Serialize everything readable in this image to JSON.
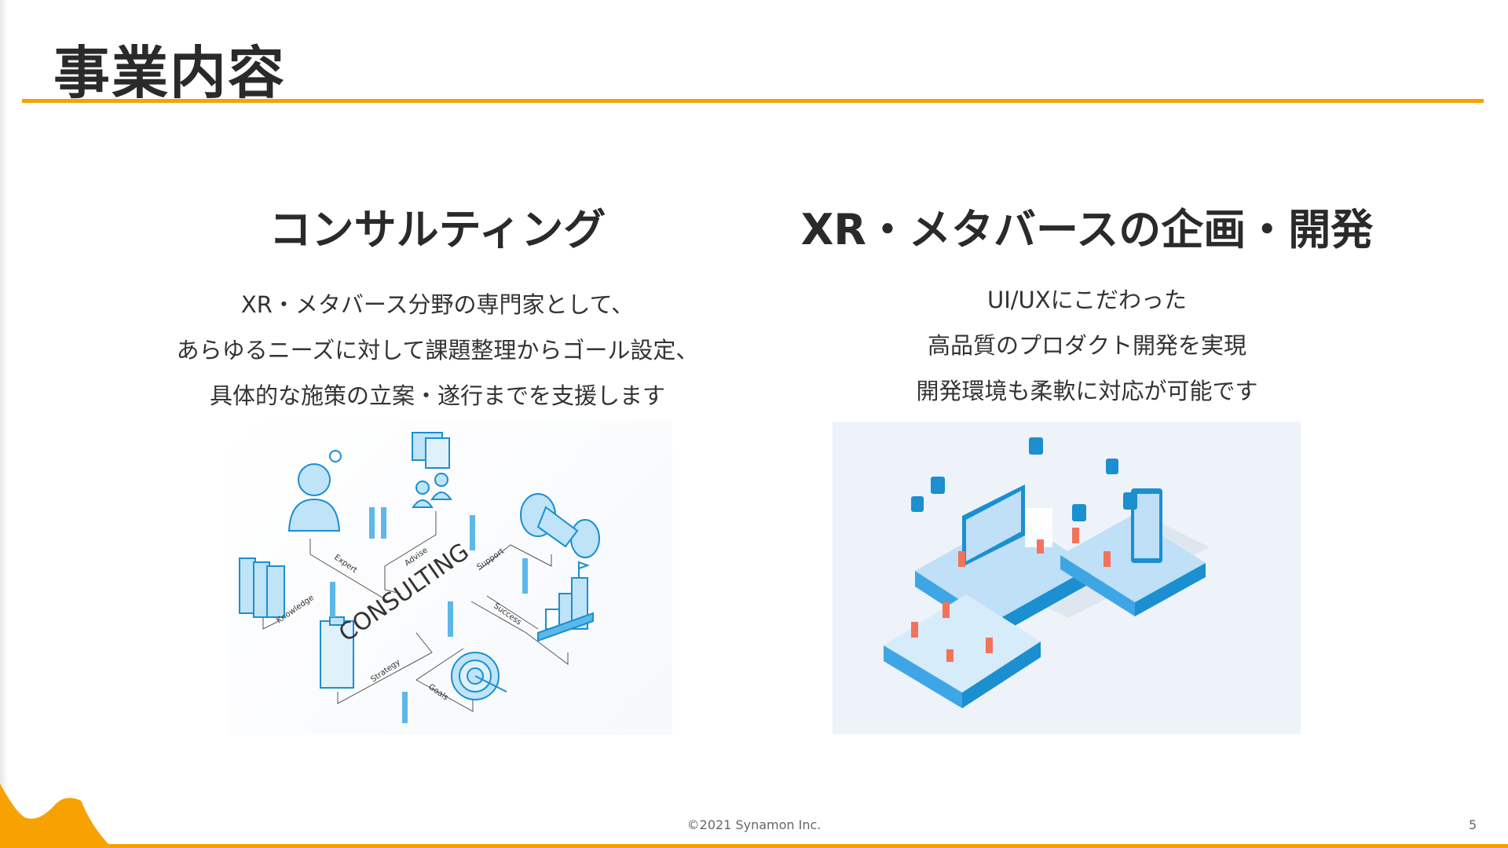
{
  "slide": {
    "title": "事業内容",
    "accent_color": "#f7a200",
    "page_number": "5",
    "footer": "©2021 Synamon Inc."
  },
  "columns": [
    {
      "heading": "コンサルティング",
      "lines": [
        "XR・メタバース分野の専門家として、",
        "あらゆるニーズに対して課題整理からゴール設定、",
        "具体的な施策の立案・遂行までを支援します"
      ],
      "image_labels": {
        "center": "CONSULTING",
        "expert": "Expert",
        "advise": "Advise",
        "support": "Support",
        "knowledge": "Knowledge",
        "success": "Success",
        "strategy": "Strategy",
        "goals": "Goals"
      }
    },
    {
      "heading": "XR・メタバースの企画・開発",
      "lines": [
        "UI/UXにこだわった",
        "高品質のプロダクト開発を実現",
        "開発環境も柔軟に対応が可能です"
      ]
    }
  ]
}
